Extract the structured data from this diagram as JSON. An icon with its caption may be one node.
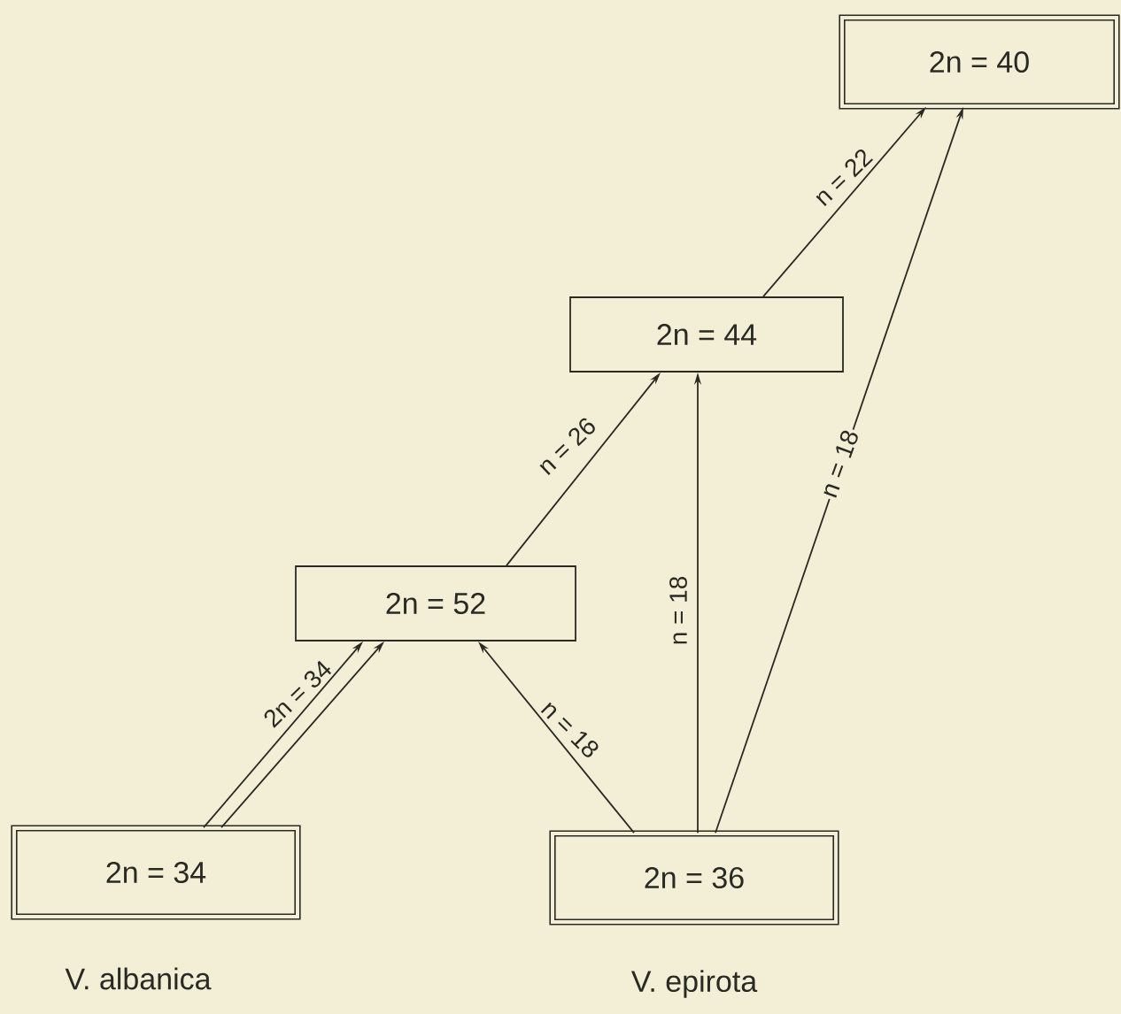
{
  "diagram": {
    "nodes": [
      {
        "text": [
          "2n = 40"
        ]
      },
      {
        "text": [
          "2n = 44"
        ]
      },
      {
        "text": [
          "2n = 52"
        ]
      },
      {
        "text": [
          "2n = 34"
        ],
        "beside": [
          "V. albanica"
        ]
      },
      {
        "text": [
          "2n = 36"
        ],
        "beside": [
          "V. epirota"
        ]
      }
    ],
    "edges": [
      {
        "from": 3,
        "to": 2,
        "arrow": "to",
        "label": "2n = 34"
      },
      {
        "from": 3,
        "to": 2,
        "arrow": "to"
      },
      {
        "from": 4,
        "to": 2,
        "arrow": "to",
        "label": "n = 18"
      },
      {
        "from": 2,
        "to": 1,
        "arrow": "to",
        "label": "n = 26"
      },
      {
        "from": 4,
        "to": 1,
        "arrow": "to",
        "label": "n = 18"
      },
      {
        "from": 4,
        "to": 0,
        "arrow": "to",
        "label": "n = 18"
      },
      {
        "from": 1,
        "to": 0,
        "arrow": "to",
        "label": "n = 22"
      }
    ]
  }
}
